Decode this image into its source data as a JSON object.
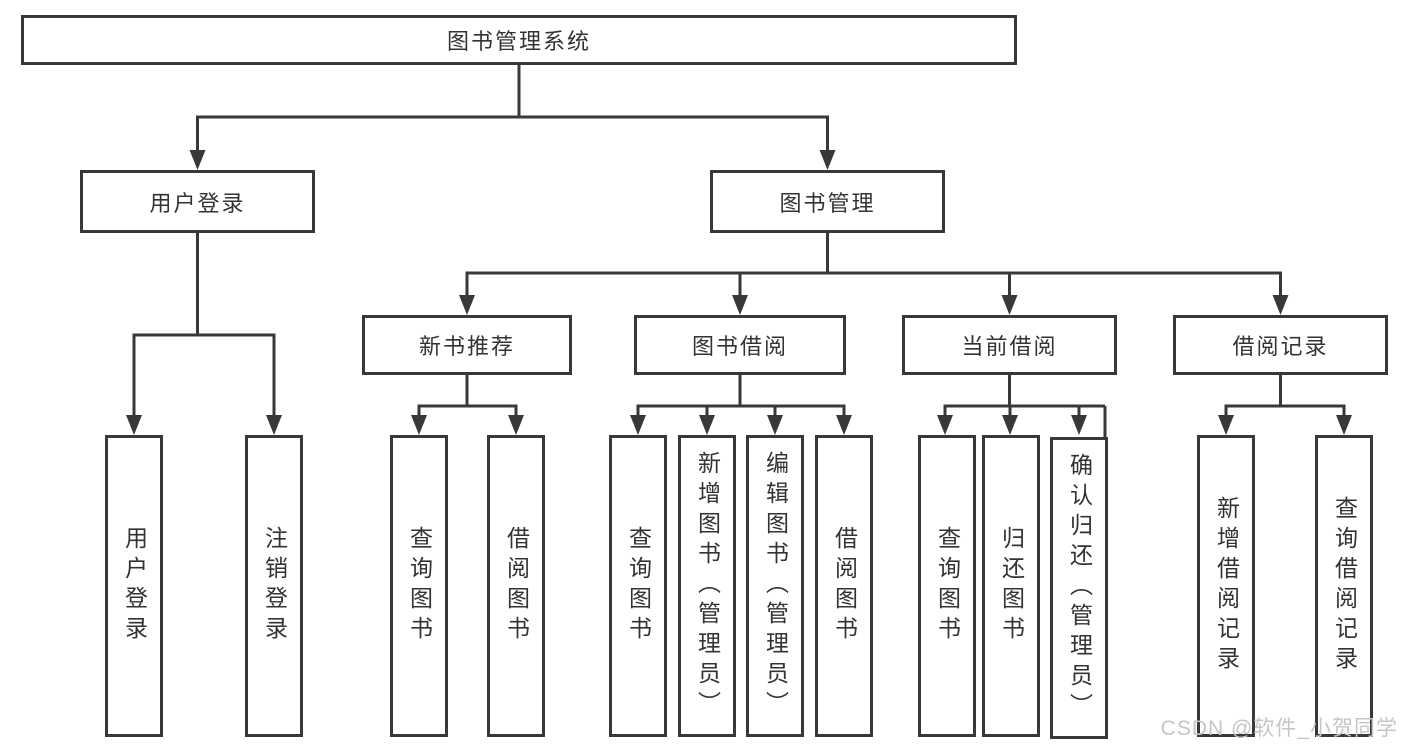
{
  "tree": {
    "root": {
      "label": "图书管理系统"
    },
    "branches": [
      {
        "label": "用户登录",
        "children": [
          {
            "label": "用户登录"
          },
          {
            "label": "注销登录"
          }
        ]
      },
      {
        "label": "图书管理",
        "children": [
          {
            "label": "新书推荐",
            "children": [
              {
                "label": "查询图书"
              },
              {
                "label": "借阅图书"
              }
            ]
          },
          {
            "label": "图书借阅",
            "children": [
              {
                "label": "查询图书"
              },
              {
                "label": "新增图书（管理员）"
              },
              {
                "label": "编辑图书（管理员）"
              },
              {
                "label": "借阅图书"
              }
            ]
          },
          {
            "label": "当前借阅",
            "children": [
              {
                "label": "查询图书"
              },
              {
                "label": "归还图书"
              },
              {
                "label": "确认归还（管理员）"
              }
            ]
          },
          {
            "label": "借阅记录",
            "children": [
              {
                "label": "新增借阅记录"
              },
              {
                "label": "查询借阅记录"
              }
            ]
          }
        ]
      }
    ]
  },
  "watermark": "CSDN @软件_小贺同学",
  "colors": {
    "line": "#383838",
    "text": "#333333",
    "watermark": "#c6c6c6"
  }
}
